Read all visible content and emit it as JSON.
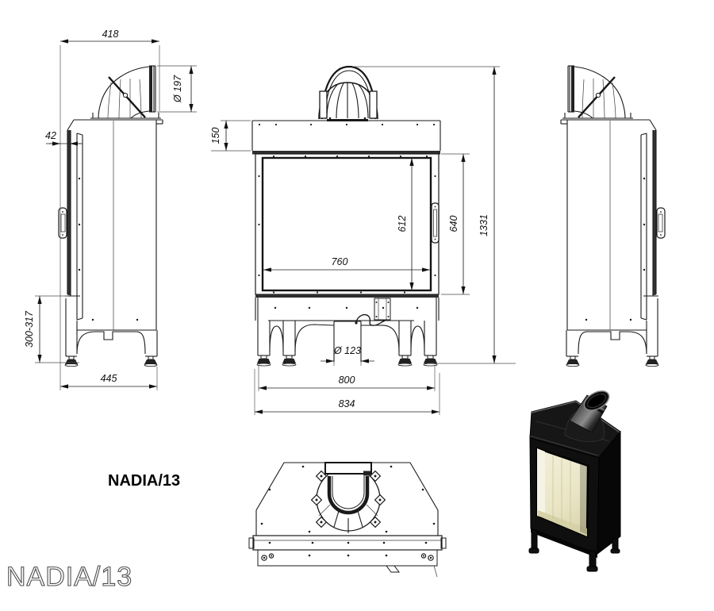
{
  "captions": {
    "model_bold": "NADIA/13",
    "model_light": "NADIA/13"
  },
  "dims": {
    "side": {
      "top_depth": "418",
      "flue_diameter": "Ø 197",
      "front_offset": "42",
      "leg_height_range": "300-317",
      "base_depth": "445"
    },
    "front": {
      "hood_height": "150",
      "glass_height": "612",
      "door_height": "640",
      "total_height": "1331",
      "glass_width": "760",
      "air_inlet_diameter": "Ø 123",
      "leg_span": "800",
      "overall_width": "834"
    }
  },
  "colors": {
    "line": "#1a1a1a",
    "caption_light_gray": "#4f4f4f",
    "render_body_black": "#0f0f0f",
    "render_firebox_cream": "#e9e5c4",
    "render_pipe_gray": "#6f6f6f"
  }
}
